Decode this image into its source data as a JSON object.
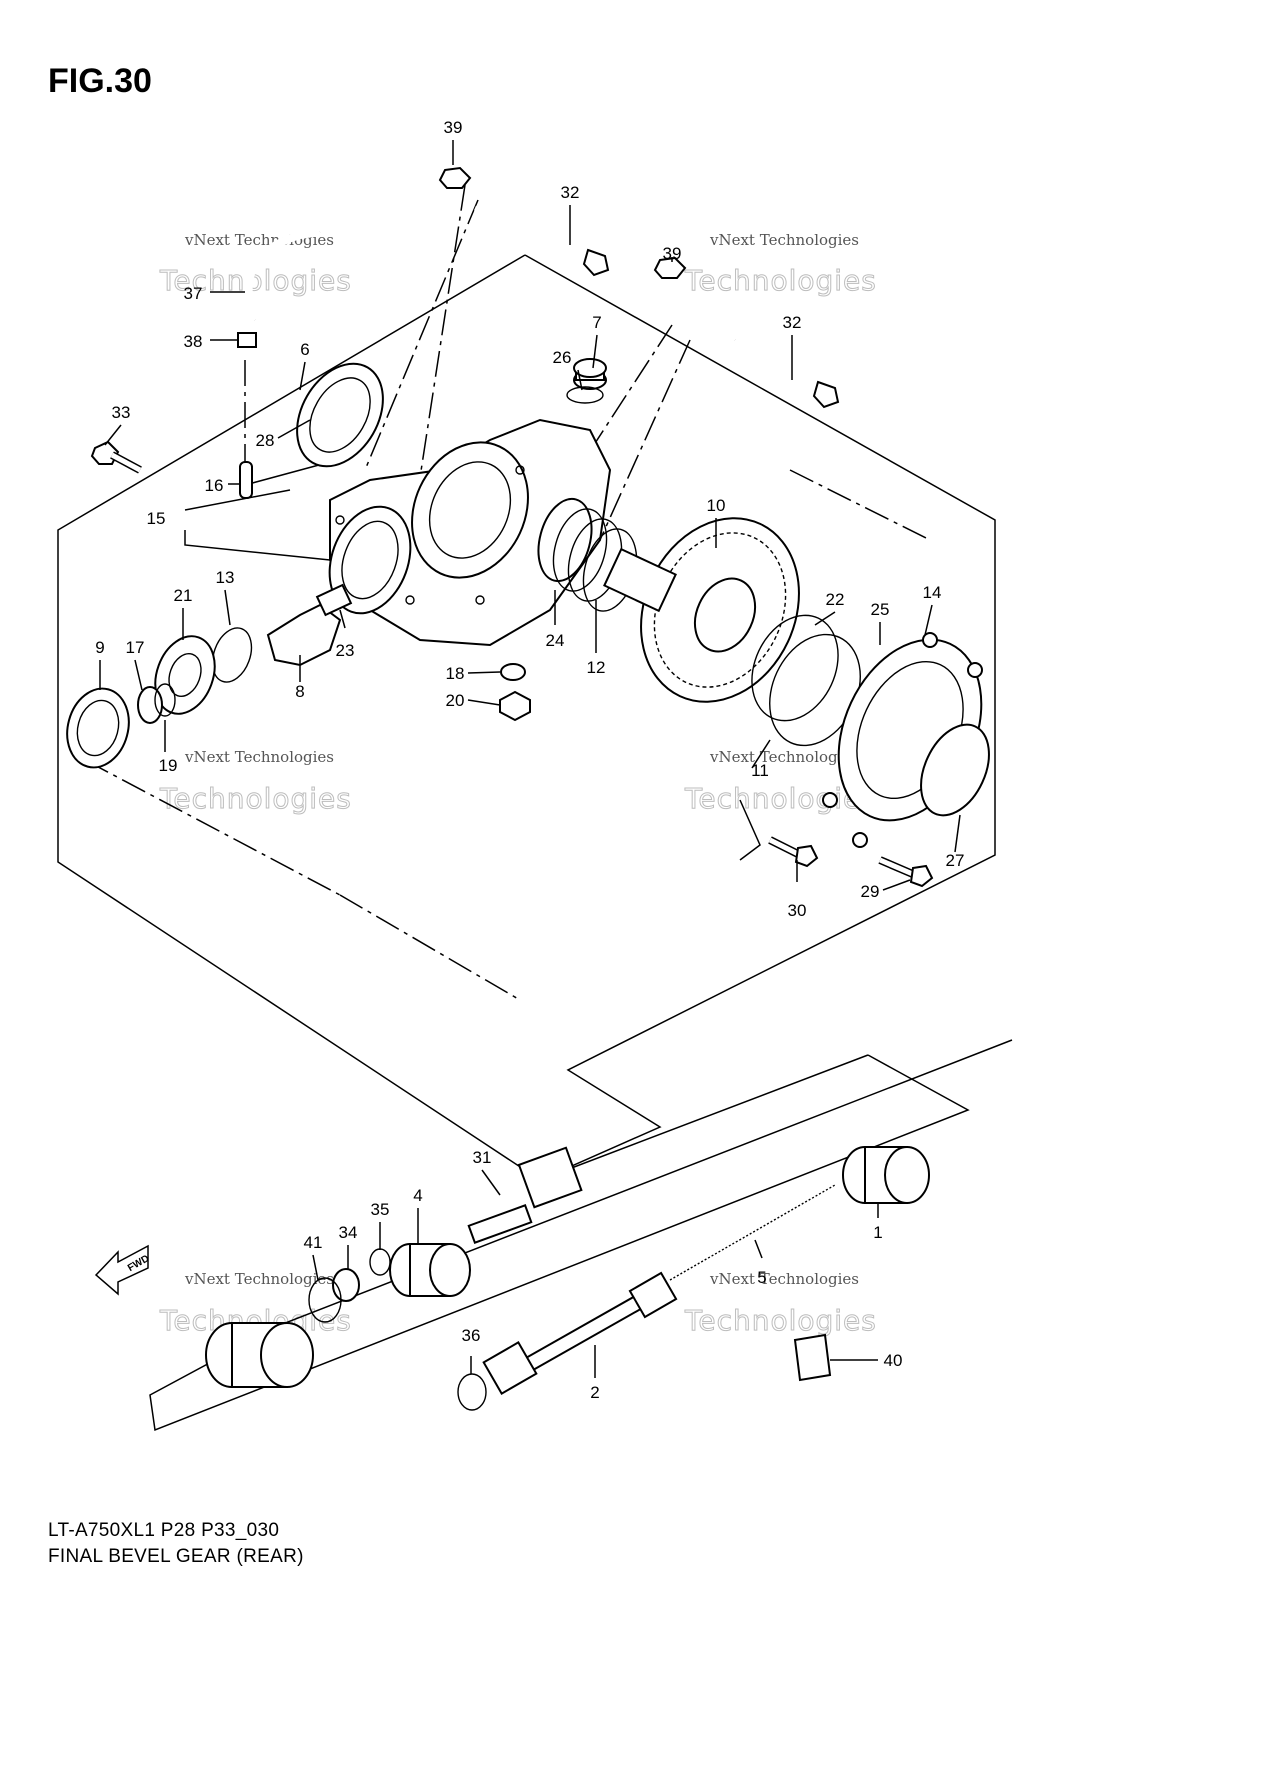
{
  "figure_label": "FIG.30",
  "caption": {
    "model_code": "LT-A750XL1 P28 P33_030",
    "part_name": "FINAL BEVEL GEAR (REAR)"
  },
  "fwd_marker": "FWD",
  "watermark": {
    "line1": "vNext Technologies",
    "line2": "Technologies"
  },
  "callouts": [
    "39",
    "32",
    "39",
    "32",
    "37",
    "38",
    "6",
    "7",
    "26",
    "33",
    "28",
    "16",
    "15",
    "10",
    "13",
    "21",
    "9",
    "17",
    "23",
    "24",
    "22",
    "25",
    "14",
    "8",
    "18",
    "12",
    "20",
    "19",
    "11",
    "27",
    "30",
    "29",
    "31",
    "4",
    "35",
    "34",
    "41",
    "1",
    "5",
    "36",
    "2",
    "40"
  ]
}
